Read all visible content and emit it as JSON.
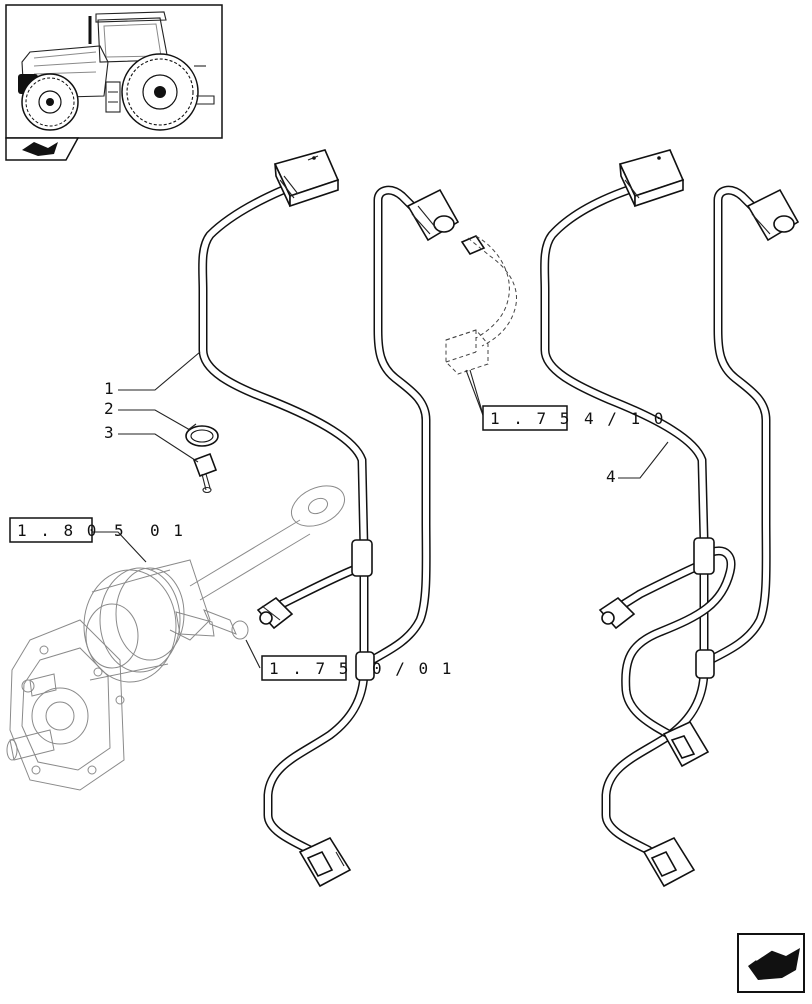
{
  "callouts": {
    "item1": "1",
    "item2": "2",
    "item3": "3",
    "item4": "4",
    "item5_value": "5"
  },
  "refs": {
    "ref_180_box": "1 . 8 0",
    "ref_180_tail": "0 1",
    "ref_175a_box": "1 . 7 5",
    "ref_175a_tail": "4 / 1 0",
    "ref_175b_box": "1 . 7 5",
    "ref_175b_tail": "0 / 0 1"
  },
  "icons": {
    "thumbnail": "tractor-thumbnail-icon",
    "nav_bottom": "next-page-arrow-icon",
    "nav_thumb": "page-flip-icon"
  },
  "colors": {
    "line": "#111111",
    "background": "#ffffff"
  }
}
